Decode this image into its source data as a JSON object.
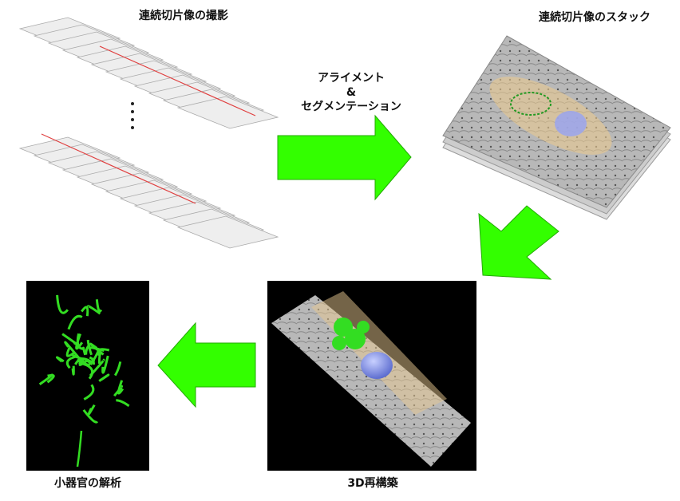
{
  "steps": {
    "imaging": {
      "label": "連続切片像の撮影"
    },
    "processing": {
      "line1": "アライメント",
      "line2": "&",
      "line3": "セグメンテーション"
    },
    "stack": {
      "label": "連続切片像のスタック"
    },
    "reconstruction": {
      "label": "3D再構築"
    },
    "analysis": {
      "label": "小器官の解析"
    }
  },
  "colors": {
    "arrow": "#33ff00",
    "arrow_stroke": "#22aa00",
    "slice": "#eeeeee",
    "scan_line": "#e04040",
    "organelle": "#33dd22",
    "nucleus": "#8899ee"
  }
}
